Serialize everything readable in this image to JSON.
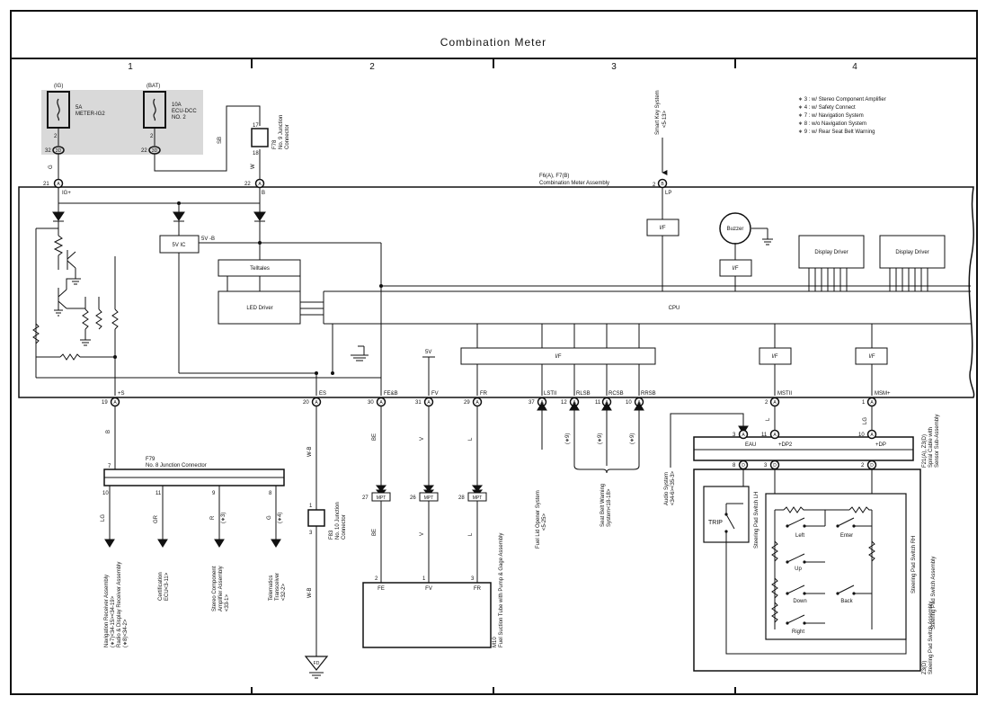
{
  "title": "Combination Meter",
  "columns": [
    "1",
    "2",
    "3",
    "4"
  ],
  "notes": [
    "∗ 3 : w/ Stereo Component Amplifier",
    "∗ 4 : w/ Safety Connect",
    "∗ 7 : w/ Navigation System",
    "∗ 8 : w/o Navigation System",
    "∗ 9 : w/ Rear Seat Belt Warning"
  ],
  "fuses": [
    {
      "source": "(IG)",
      "amps": "5A",
      "name": "METER-IG2",
      "name2": "",
      "pin": "2",
      "conn": "32",
      "connLetter": "3D"
    },
    {
      "source": "(BAT)",
      "amps": "10A",
      "name": "ECU-DCC",
      "name2": "NO. 2",
      "pin": "2",
      "conn": "22",
      "connLetter": "3D"
    }
  ],
  "f78": {
    "id": "F78",
    "label1": "No. 9 Junction",
    "label2": "Connector",
    "pinTop": "17",
    "pinBottom": "18",
    "wireTop": "SB",
    "wireBottom": "W"
  },
  "smartKey": {
    "label": "Smart Key System",
    "page": "<5-13>",
    "pin": "2",
    "conn": "B",
    "signal": "LP"
  },
  "assembly": {
    "line1": "F6(A), F7(B)",
    "line2": "Combination Meter Assembly"
  },
  "meterInputs": [
    {
      "pin": "21",
      "conn": "A",
      "wire": "G",
      "signal": "IG+"
    },
    {
      "pin": "22",
      "conn": "A",
      "wire": "",
      "signal": "B"
    }
  ],
  "internal": {
    "ic": "5V IC",
    "icOut": "5V -B",
    "telltales": "Telltales",
    "ledDriver": "LED Driver",
    "cpu": "CPU",
    "interface": "I/F",
    "buzzer": "Buzzer",
    "displayDriver1": "Display Driver",
    "displayDriver2": "Display Driver",
    "fiveV": "5V"
  },
  "bottomPins": [
    {
      "pin": "19",
      "conn": "A",
      "signal": "+S"
    },
    {
      "pin": "20",
      "conn": "A",
      "signal": "ES"
    },
    {
      "pin": "30",
      "conn": "A",
      "signal": "FE&B"
    },
    {
      "pin": "31",
      "conn": "A",
      "signal": "FV"
    },
    {
      "pin": "29",
      "conn": "A",
      "signal": "FR"
    },
    {
      "pin": "37",
      "conn": "A",
      "signal": "LSTII"
    },
    {
      "pin": "12",
      "conn": "A",
      "signal": "RLSB"
    },
    {
      "pin": "11",
      "conn": "A",
      "signal": "RCSB"
    },
    {
      "pin": "10",
      "conn": "A",
      "signal": "RRSB"
    },
    {
      "pin": "2",
      "conn": "A",
      "signal": "MSTII"
    },
    {
      "pin": "1",
      "conn": "A",
      "signal": "MSM+"
    }
  ],
  "wires": {
    "s": "B",
    "es": "W-B",
    "feb": "BE",
    "fv": "V",
    "fr": "L",
    "mstii": "L",
    "msm": "LG"
  },
  "variants": {
    "rlsb": "(∗9)",
    "rcsb": "(∗9)",
    "rrsb": "(∗9)"
  },
  "f79": {
    "id": "F79",
    "label": "No. 8 Junction Connector",
    "pinIn": "7",
    "outs": [
      {
        "pin": "10",
        "wire": "LG",
        "variant": "",
        "dest1": "Navigation Receiver Assembly",
        "dest2": "(∗7)<34-15><34-19>",
        "dest3": "Radio & Display Receiver Assembly",
        "dest4": "(∗8)<34-2>"
      },
      {
        "pin": "11",
        "wire": "GR",
        "variant": "",
        "dest1": "Certification",
        "dest2": "ECU<3-11>",
        "dest3": "",
        "dest4": ""
      },
      {
        "pin": "9",
        "wire": "R",
        "variant": "(∗3)",
        "dest1": "Stereo Component",
        "dest2": "Amplifier Assembly",
        "dest3": "<33-1>",
        "dest4": ""
      },
      {
        "pin": "8",
        "wire": "G",
        "variant": "(∗4)",
        "dest1": "Telematics",
        "dest2": "Transceiver",
        "dest3": "<32-2>",
        "dest4": ""
      }
    ]
  },
  "f83": {
    "id": "F83",
    "label1": "No. 10 Junction",
    "label2": "Connector",
    "pinTop": "1",
    "pinBottom": "3",
    "wireBottom": "W-B",
    "ground": "FD"
  },
  "mpt": [
    {
      "pin": "27",
      "label": "MPT"
    },
    {
      "pin": "26",
      "label": "MPT"
    },
    {
      "pin": "28",
      "label": "MPT"
    }
  ],
  "m10": {
    "label1": "M10",
    "label2": "Fuel Suction Tube with Pump & Gage Assembly",
    "pins": [
      {
        "pin": "2",
        "signal": "FE"
      },
      {
        "pin": "1",
        "signal": "FV"
      },
      {
        "pin": "3",
        "signal": "FR"
      }
    ]
  },
  "fuelLid": {
    "label": "Fuel Lid Opener System",
    "page": "<5-25>"
  },
  "seatBelt": {
    "label": "Seat Belt Warning",
    "page": "System<18-18>"
  },
  "audio": {
    "label": "Audio System",
    "page": "<34-6><35-3>"
  },
  "spiral": {
    "label1": "F21(A), Z3(D)",
    "label2": "Spiral Cable with",
    "label3": "Sensor Sub-Assembly",
    "top": [
      {
        "pin": "3",
        "conn": "A",
        "signal": "EAU"
      },
      {
        "pin": "11",
        "conn": "A",
        "signal": "+DP2"
      },
      {
        "pin": "10",
        "conn": "A",
        "signal": "+DP"
      }
    ],
    "bottom": [
      {
        "pin": "8",
        "conn": "D"
      },
      {
        "pin": "3",
        "conn": "D"
      },
      {
        "pin": "2",
        "conn": "D"
      }
    ]
  },
  "steering": {
    "trip": "TRIP",
    "lh": "Steering Pad Switch LH",
    "rh": "Steering Pad Switch RH",
    "assy": "Steering Pad Switch Assembly",
    "z3": "Z3(D)",
    "z3label": "Steering Pad Switch Assembly",
    "left": "Left",
    "enter": "Enter",
    "up": "Up",
    "down": "Down",
    "back": "Back",
    "right": "Right"
  }
}
